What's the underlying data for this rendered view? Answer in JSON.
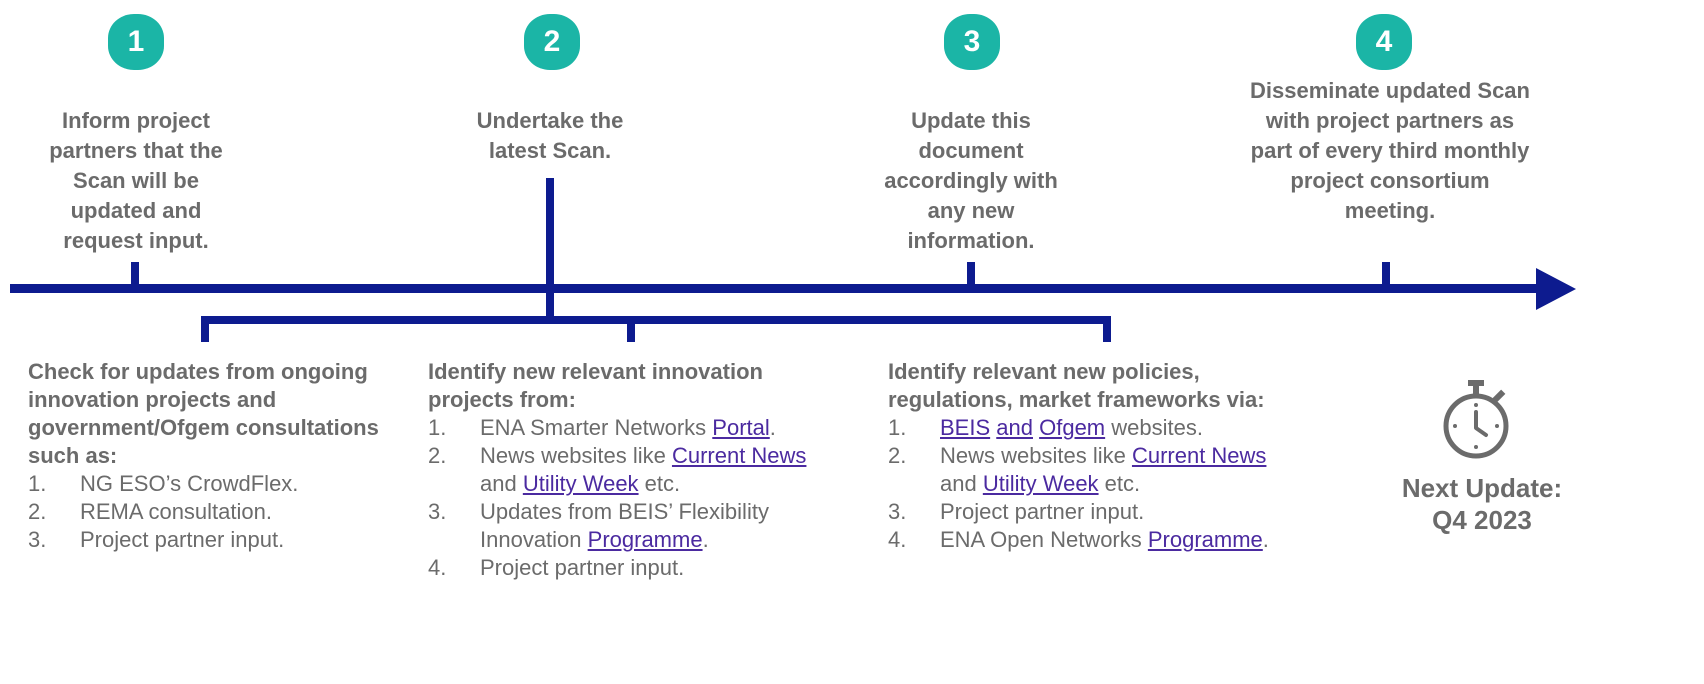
{
  "steps": [
    {
      "number": "1",
      "text": "Inform project partners that the Scan will be updated and request input."
    },
    {
      "number": "2",
      "text": "Undertake the latest Scan."
    },
    {
      "number": "3",
      "text": "Update this document accordingly with any new information."
    },
    {
      "number": "4",
      "text": "Disseminate updated Scan with project partners as part of every third monthly project consortium meeting."
    }
  ],
  "columns": {
    "c1": {
      "heading": "Check for updates from ongoing innovation projects and government/Ofgem consultations such as:",
      "items": [
        {
          "num": "1.",
          "text": "NG ESO’s CrowdFlex."
        },
        {
          "num": "2.",
          "text": "REMA consultation."
        },
        {
          "num": "3.",
          "text": "Project partner input."
        }
      ]
    },
    "c2": {
      "heading": "Identify new relevant innovation projects from:",
      "n1": "1.",
      "i1a": "ENA Smarter Networks ",
      "i1link": "Portal",
      "i1b": ".",
      "n2": "2.",
      "i2a": "News websites like ",
      "i2link1": "Current News ",
      "i2b": "and ",
      "i2link2": "Utility Week",
      "i2c": " etc.",
      "n3": "3.",
      "i3a": "Updates from BEIS’ Flexibility Innovation ",
      "i3link": "Programme",
      "i3b": ".",
      "n4": "4.",
      "i4": "Project partner input."
    },
    "c3": {
      "heading": "Identify relevant new policies, regulations, market frameworks via:",
      "n1": "1.",
      "i1link1": "BEIS",
      "i1s1": " ",
      "i1link2": "and",
      "i1s2": " ",
      "i1link3": "Ofgem",
      "i1b": " websites.",
      "n2": "2.",
      "i2a": "News websites like ",
      "i2link1": "Current News ",
      "i2b": "and ",
      "i2link2": "Utility Week",
      "i2c": " etc.",
      "n3": "3.",
      "i3": "Project partner input.",
      "n4": "4.",
      "i4a": "ENA Open Networks ",
      "i4link": "Programme",
      "i4b": "."
    }
  },
  "next_update": {
    "label": "Next Update:",
    "value": "Q4 2023"
  },
  "icons": {
    "timer": "stopwatch-icon",
    "arrow": "arrow-head-icon"
  },
  "colors": {
    "accent": "#1bb5a6",
    "line": "#0d1b8f",
    "text": "#6b6b6b",
    "link": "#4b2aa0"
  }
}
